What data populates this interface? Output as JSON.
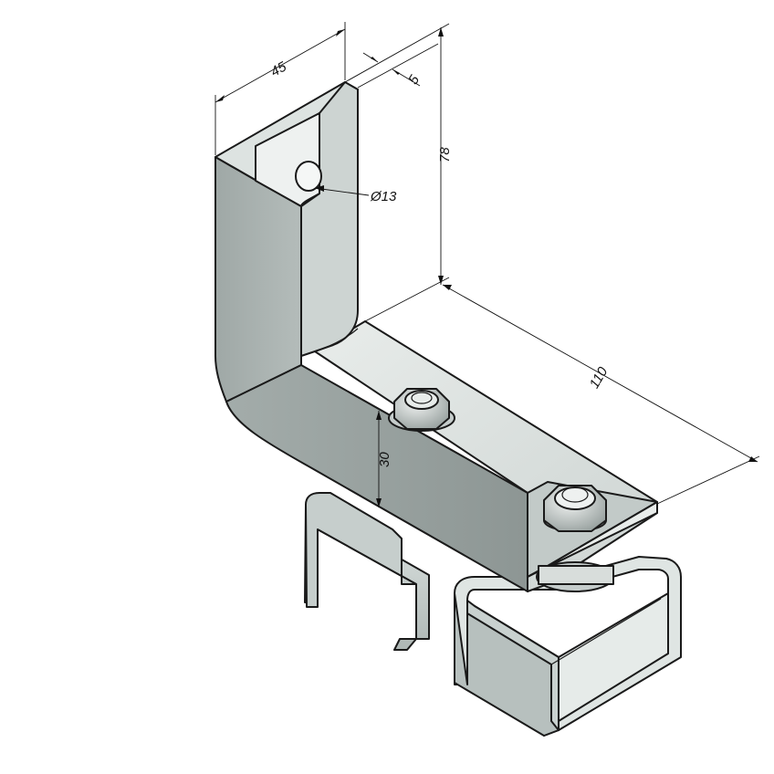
{
  "dimensions": {
    "width": "45",
    "thickness": "5",
    "height": "78",
    "hole_diameter": "Ø13",
    "length": "110",
    "base_height": "30"
  },
  "colors": {
    "plate_face": "#a6aeac",
    "plate_side": "#c9d0ce",
    "plate_top": "#e1e6e4",
    "rail_light": "#dfe5e3",
    "rail_mid": "#b9c2c0",
    "rail_dark": "#8f9896",
    "hardware": "#d3d8d6"
  }
}
